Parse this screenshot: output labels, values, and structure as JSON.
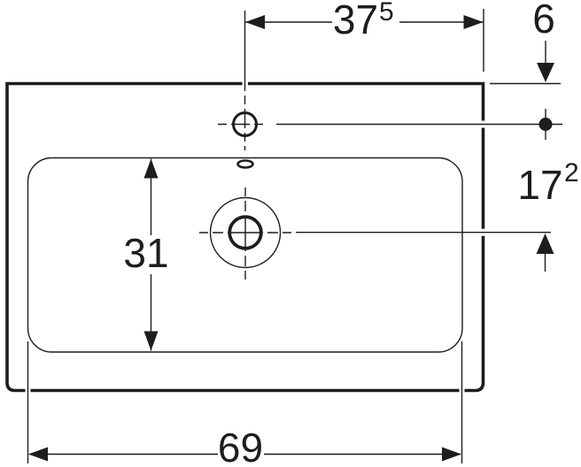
{
  "colors": {
    "line": "#1d1d1b",
    "background": "#ffffff"
  },
  "drawing": {
    "labels": {
      "top_width": {
        "value": "37",
        "sup": "5"
      },
      "tap_offset": {
        "value": "6"
      },
      "tap_to_drain": {
        "value": "17",
        "sup": "2"
      },
      "basin_depth": {
        "value": "31"
      },
      "overall_width": {
        "value": "69"
      }
    },
    "features": [
      "washbasin-rim",
      "basin",
      "tap-hole",
      "overflow-hole",
      "drain-hole"
    ]
  }
}
